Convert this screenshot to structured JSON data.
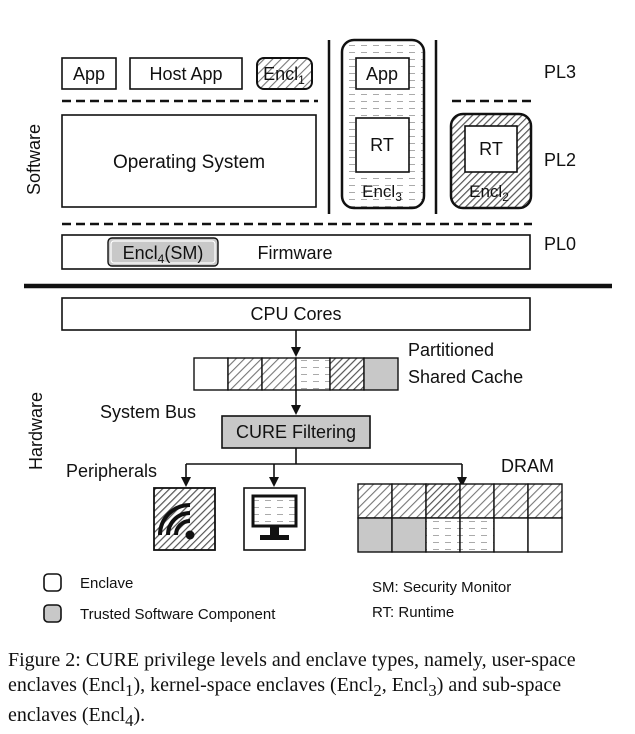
{
  "levels": {
    "pl3": "PL3",
    "pl2": "PL2",
    "pl0": "PL0"
  },
  "side_labels": {
    "software": "Software",
    "hardware": "Hardware"
  },
  "software": {
    "app": "App",
    "host_app": "Host App",
    "encl1": "Encl",
    "encl1_sub": "1",
    "app2": "App",
    "rt3": "RT",
    "encl3": "Encl",
    "encl3_sub": "3",
    "rt2": "RT",
    "encl2": "Encl",
    "encl2_sub": "2",
    "os": "Operating System",
    "encl4": "Encl",
    "encl4_sub": "4",
    "encl4_suffix": "(SM)",
    "firmware": "Firmware"
  },
  "hardware": {
    "cpu": "CPU Cores",
    "cache_line1": "Partitioned",
    "cache_line2": "Shared Cache",
    "bus": "System Bus",
    "filter": "CURE Filtering",
    "peripherals": "Peripherals",
    "dram": "DRAM"
  },
  "legend": {
    "enclave": "Enclave",
    "trusted": "Trusted Software Component",
    "sm": "SM:  Security Monitor",
    "rt": "RT:  Runtime"
  },
  "caption": {
    "prefix": "Figure 2: ",
    "cure_c": "C",
    "cure_rest": "URE",
    "t1": " privilege levels and enclave types, namely, user-space enclaves (Encl",
    "s1": "1",
    "t2": "), kernel-space enclaves (Encl",
    "s2": "2",
    "t3": ", Encl",
    "s3": "3",
    "t4": ") and sub-space enclaves (Encl",
    "s4": "4",
    "t5": ")."
  },
  "colors": {
    "trusted_gray": "#c8c8c8",
    "hatch": "#777777",
    "line": "#111111"
  }
}
